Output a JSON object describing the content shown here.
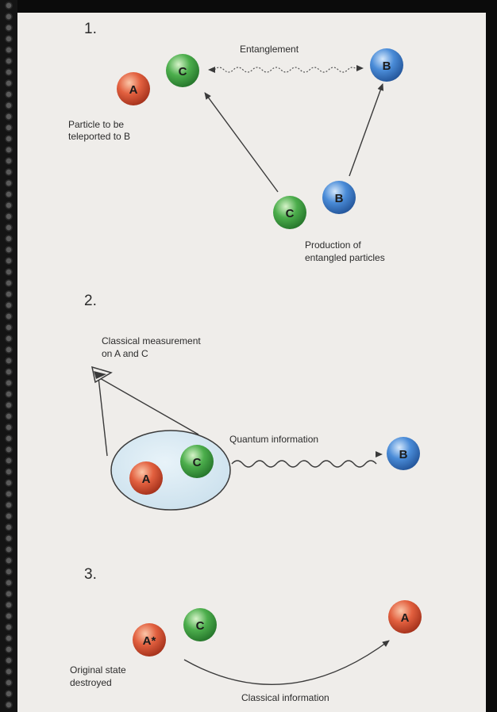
{
  "steps": {
    "one": {
      "number": "1.",
      "entanglement": "Entanglement",
      "particle_label_1": "Particle to be",
      "particle_label_2": "teleported to  B",
      "production_1": "Production of",
      "production_2": "entangled particles"
    },
    "two": {
      "number": "2.",
      "measurement_1": "Classical measurement",
      "measurement_2": "on A and C",
      "quantum": "Quantum information"
    },
    "three": {
      "number": "3.",
      "destroyed_1": "Original state",
      "destroyed_2": "destroyed",
      "classical": "Classical information"
    }
  },
  "particles": {
    "a": "A",
    "b": "B",
    "c": "C",
    "a_star": "A*"
  },
  "colors": {
    "particle_a": "#d9553a",
    "particle_b": "#3f7fd0",
    "particle_c": "#45a84a",
    "oval_fill": "#d7e8f2",
    "background": "#efedea"
  }
}
